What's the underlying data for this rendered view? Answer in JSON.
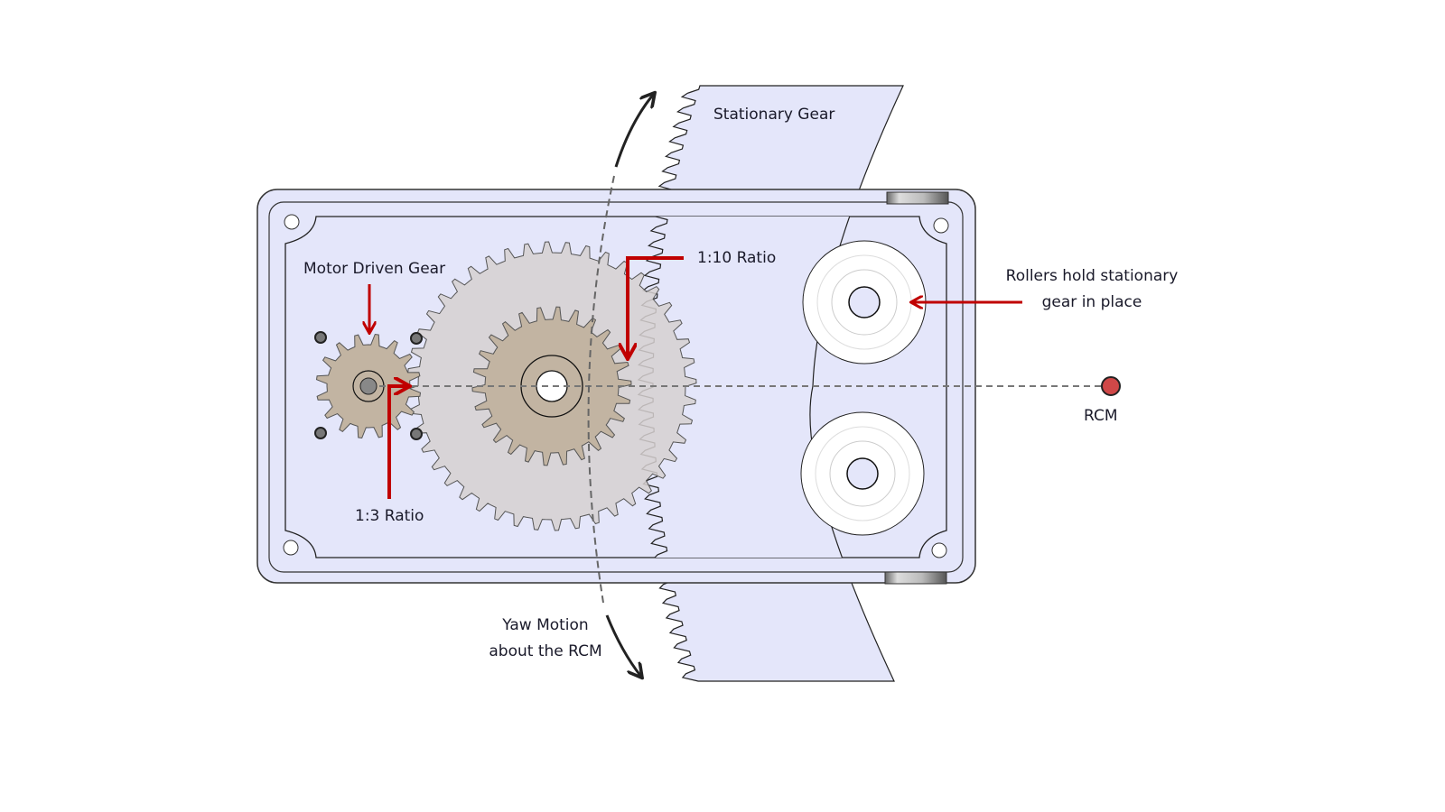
{
  "labels": {
    "stationary_gear": "Stationary Gear",
    "ratio_10": "1:10 Ratio",
    "motor_gear": "Motor Driven Gear",
    "ratio_3": "1:3 Ratio",
    "rollers_line1": "Rollers hold stationary",
    "rollers_line2": "gear in place",
    "rcm": "RCM",
    "yaw_line1": "Yaw Motion",
    "yaw_line2": "about the RCM"
  },
  "colors": {
    "housing": "#e4e6fa",
    "gear_tan": "#c2b4a2",
    "gear_grey": "#d6d0d0",
    "arrow_red": "#c00000",
    "rcm_dot": "#d04848"
  },
  "gears": {
    "motor_teeth": 16,
    "compound_large_teeth": 44,
    "compound_small_teeth": 26
  }
}
